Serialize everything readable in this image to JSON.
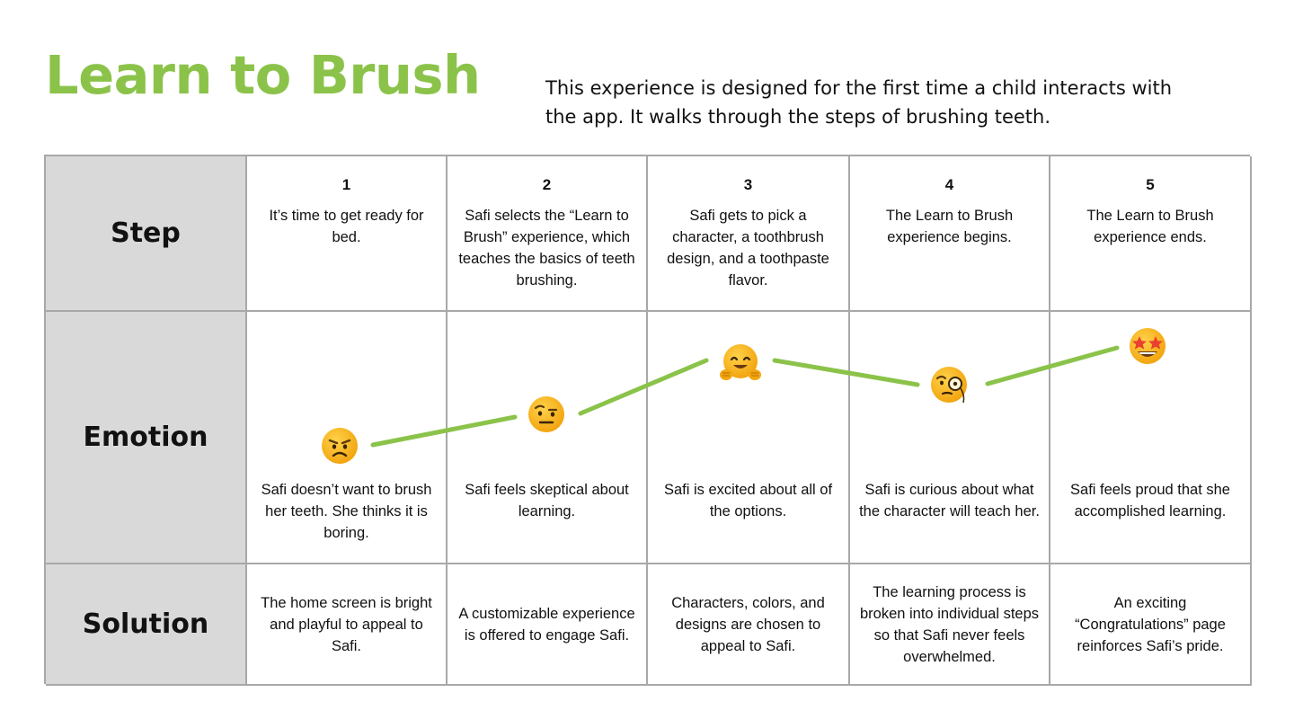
{
  "title": "Learn to Brush",
  "subtitle": "This experience is designed for the first time a child interacts with the app. It walks through the steps of brushing teeth.",
  "row_headers": {
    "step": "Step",
    "emotion": "Emotion",
    "solution": "Solution"
  },
  "steps": [
    {
      "num": "1",
      "text": "It’s time to get ready for bed.",
      "emotion": "Safi doesn’t want to brush her teeth. She thinks it is boring.",
      "solution": "The home screen is bright and playful to appeal to Safi.",
      "emoji": "angry-face"
    },
    {
      "num": "2",
      "text": "Safi selects the “Learn to Brush” experience, which teaches the basics of teeth brushing.",
      "emotion": "Safi feels skeptical about learning.",
      "solution": "A customizable experience is offered to engage Safi.",
      "emoji": "raised-eyebrow-face"
    },
    {
      "num": "3",
      "text": "Safi gets to pick a character, a toothbrush design, and a toothpaste flavor.",
      "emotion": "Safi is excited about all of the options.",
      "solution": "Characters, colors, and designs are chosen to appeal to Safi.",
      "emoji": "hugging-face"
    },
    {
      "num": "4",
      "text": "The Learn to Brush experience begins.",
      "emotion": "Safi is curious about what the character will teach her.",
      "solution": "The learning process is broken into individual steps so that Safi never feels overwhelmed.",
      "emoji": "monocle-face"
    },
    {
      "num": "5",
      "text": "The Learn to Brush experience ends.",
      "emotion": "Safi feels proud that she accomplished learning.",
      "solution": "An exciting “Congratulations” page reinforces Safi’s pride.",
      "emoji": "star-struck-face"
    }
  ],
  "colors": {
    "title": "#8bc34a",
    "line": "#8bc34a",
    "header_bg": "#d9d9d9",
    "border": "#a8a8a8",
    "emoji_face": "#ffcc22"
  }
}
